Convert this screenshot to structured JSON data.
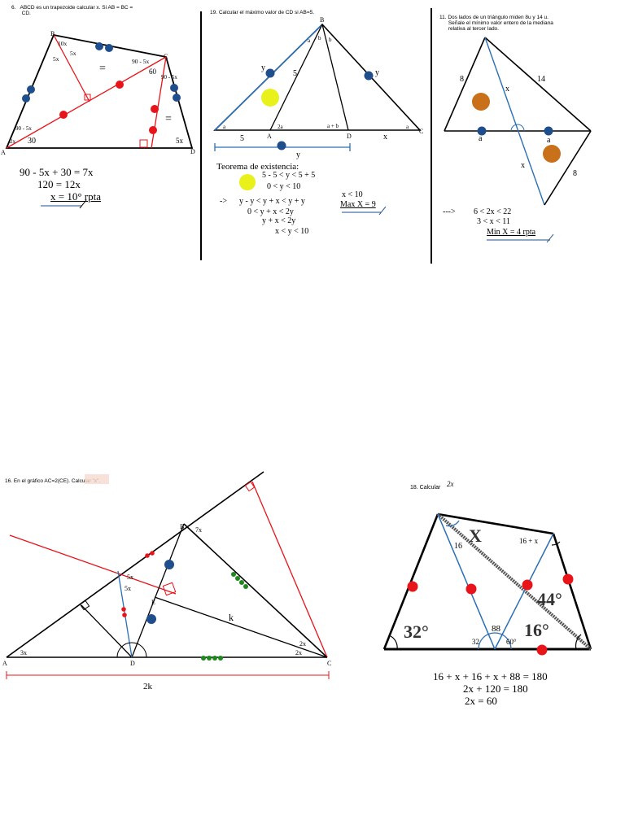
{
  "problems": {
    "p6": {
      "header": "6.   ABCD es un trapezoide calcular x. Si AB = BC =\n       CD.",
      "vertices": {
        "A": "A",
        "B": "B",
        "C": "C",
        "D": "D"
      },
      "angle_labels": [
        "10x",
        "5x",
        "5x",
        "90 - 5x",
        "60",
        "90 - 5x",
        "90 - 5x",
        "2x",
        "30",
        "5x"
      ],
      "equal_marks": [
        "=",
        "="
      ],
      "solution": [
        "90 - 5x + 30 = 7x",
        "120 = 12x",
        "x = 10° rpta"
      ]
    },
    "p19": {
      "header": "19. Calcular el máximo valor de CD si AB=5.",
      "vertices": {
        "A": "A",
        "B": "B",
        "C": "C",
        "D": "D"
      },
      "labels": [
        "y",
        "5",
        "y",
        "a",
        "b",
        "b",
        "a",
        "2a",
        "a + b",
        "a",
        "5",
        "x",
        "y"
      ],
      "theorem_title": "Teorema de existencia:",
      "work": [
        "5 - 5 < y < 5 + 5",
        "0 < y < 10",
        "->",
        "y - y < y + x < y + y",
        "0 <  y + x < 2y",
        "y + x < 2y",
        "x < y  < 10"
      ],
      "result": [
        "x < 10",
        "Max X = 9"
      ]
    },
    "p11": {
      "header": "11. Dos lados de un triángulo miden 8u y 14 u.\n      Señale el mínimo valor entero de la mediana\n      relativa al tercer lado.",
      "labels": [
        "8",
        "14",
        "x",
        "a",
        "a",
        "x",
        "8"
      ],
      "work": [
        "--->",
        "6 <  2x  < 22",
        "3 < x  < 11",
        "Min X = 4    rpta"
      ]
    },
    "p16": {
      "header": "16.  En el gráfico AC=2(CE). Calcular \"x\".",
      "vertices": {
        "A": "A",
        "B": "B",
        "C": "C",
        "D": "D",
        "E": "E"
      },
      "labels": [
        "7x",
        "5x",
        "5x",
        "3x",
        "2x",
        "2x",
        "k",
        "2k"
      ]
    },
    "p18": {
      "header": "18. Calcular",
      "header_note": "2x",
      "labels": [
        "X",
        "16",
        "16 + x",
        "44°",
        "32°",
        "16°",
        "88",
        "32",
        "60°"
      ],
      "solution": [
        "16 + x + 16 + x + 88 = 180",
        "2x + 120 = 180",
        "2x = 60"
      ]
    }
  },
  "colors": {
    "blue": "#1f4e8c",
    "red": "#e8141a",
    "green": "#1b8a1b",
    "yellow": "#e8f21a",
    "orange": "#c8701a",
    "line_blue": "#2a6fb5"
  }
}
